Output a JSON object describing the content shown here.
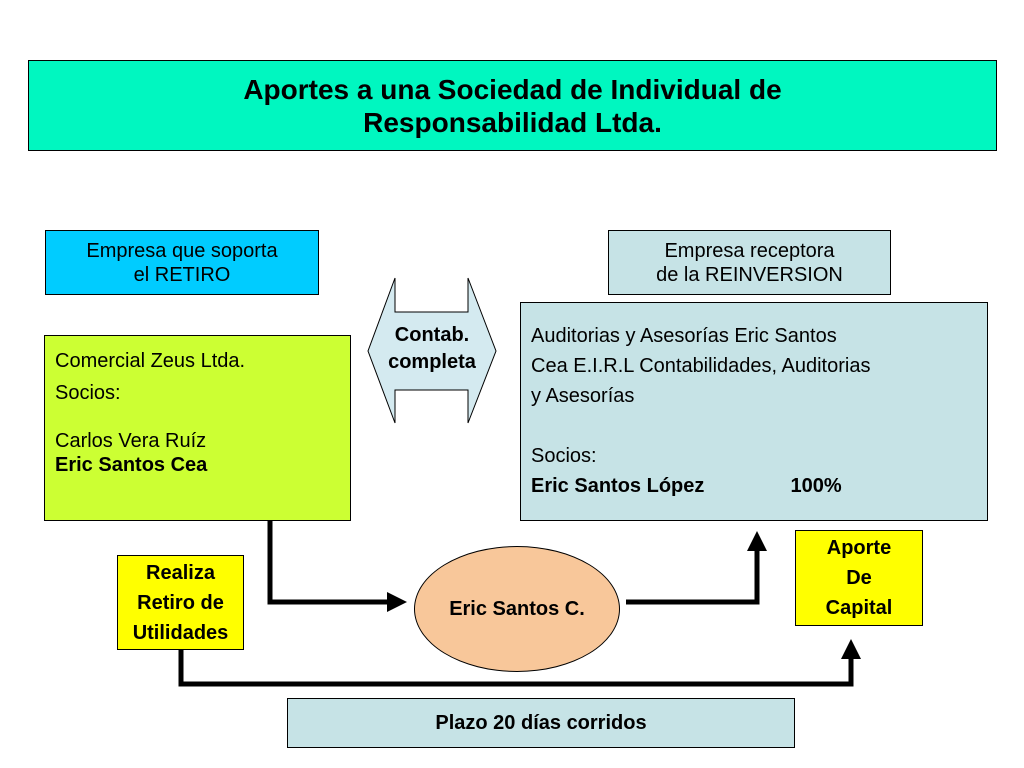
{
  "title": "Aportes a  una Sociedad de Individual de\nResponsabilidad Ltda.",
  "empresa_soporta": "Empresa que soporta\nel RETIRO",
  "empresa_receptora": "Empresa receptora\nde la REINVERSION",
  "contab": "Contab.\ncompleta",
  "zeus": {
    "name": "Comercial Zeus Ltda.",
    "socios_label": "Socios:",
    "socio1": "Carlos Vera Ruíz",
    "socio2": "Eric Santos Cea"
  },
  "auditorias": {
    "name_line1": "Auditorias y Asesorías Eric Santos",
    "name_line2": "Cea E.I.R.L Contabilidades, Auditorias",
    "name_line3": "y Asesorías",
    "socios_label": "Socios:",
    "socio": "Eric Santos López",
    "percent": "100%"
  },
  "realiza": "Realiza\nRetiro de\nUtilidades",
  "person": "Eric Santos C.",
  "aporte": "Aporte\nDe\nCapital",
  "plazo": "Plazo 20 días corridos"
}
